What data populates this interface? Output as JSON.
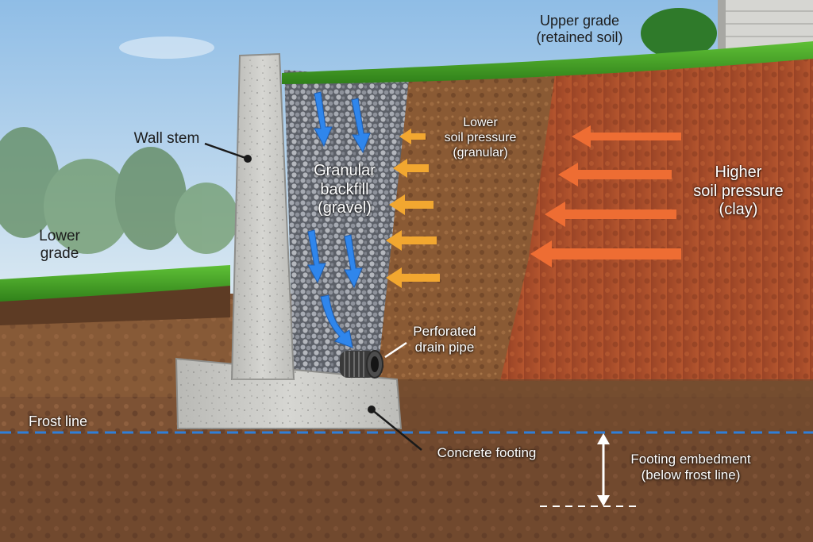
{
  "labels": {
    "upper_grade": [
      "Upper grade",
      "(retained soil)"
    ],
    "wall_stem": "Wall stem",
    "granular_backfill": [
      "Granular",
      "backfill",
      "(gravel)"
    ],
    "lower_soil_pressure": [
      "Lower",
      "soil pressure",
      "(granular)"
    ],
    "higher_soil_pressure": [
      "Higher",
      "soil pressure",
      "(clay)"
    ],
    "lower_grade": [
      "Lower",
      "grade"
    ],
    "perforated_drain_pipe": [
      "Perforated",
      "drain pipe"
    ],
    "frost_line": "Frost line",
    "concrete_footing": "Concrete footing",
    "footing_embedment": [
      "Footing embedment",
      "(below frost line)"
    ]
  },
  "colors": {
    "sky_top": "#9ec6e8",
    "grass": "#3f9a22",
    "concrete": "#c9c9c6",
    "gravel": "#7c808a",
    "granular_soil": "#8a5a34",
    "clay_soil": "#a8492a",
    "water_arrow": "#2f86ec",
    "low_pressure_arrow": "#f2a730",
    "high_pressure_arrow": "#ee6d33",
    "frost_line": "#2f7fd9"
  },
  "icons": [
    "water-flow-arrow-icon",
    "soil-pressure-arrow-icon",
    "drain-pipe-icon",
    "dimension-arrow-icon"
  ]
}
